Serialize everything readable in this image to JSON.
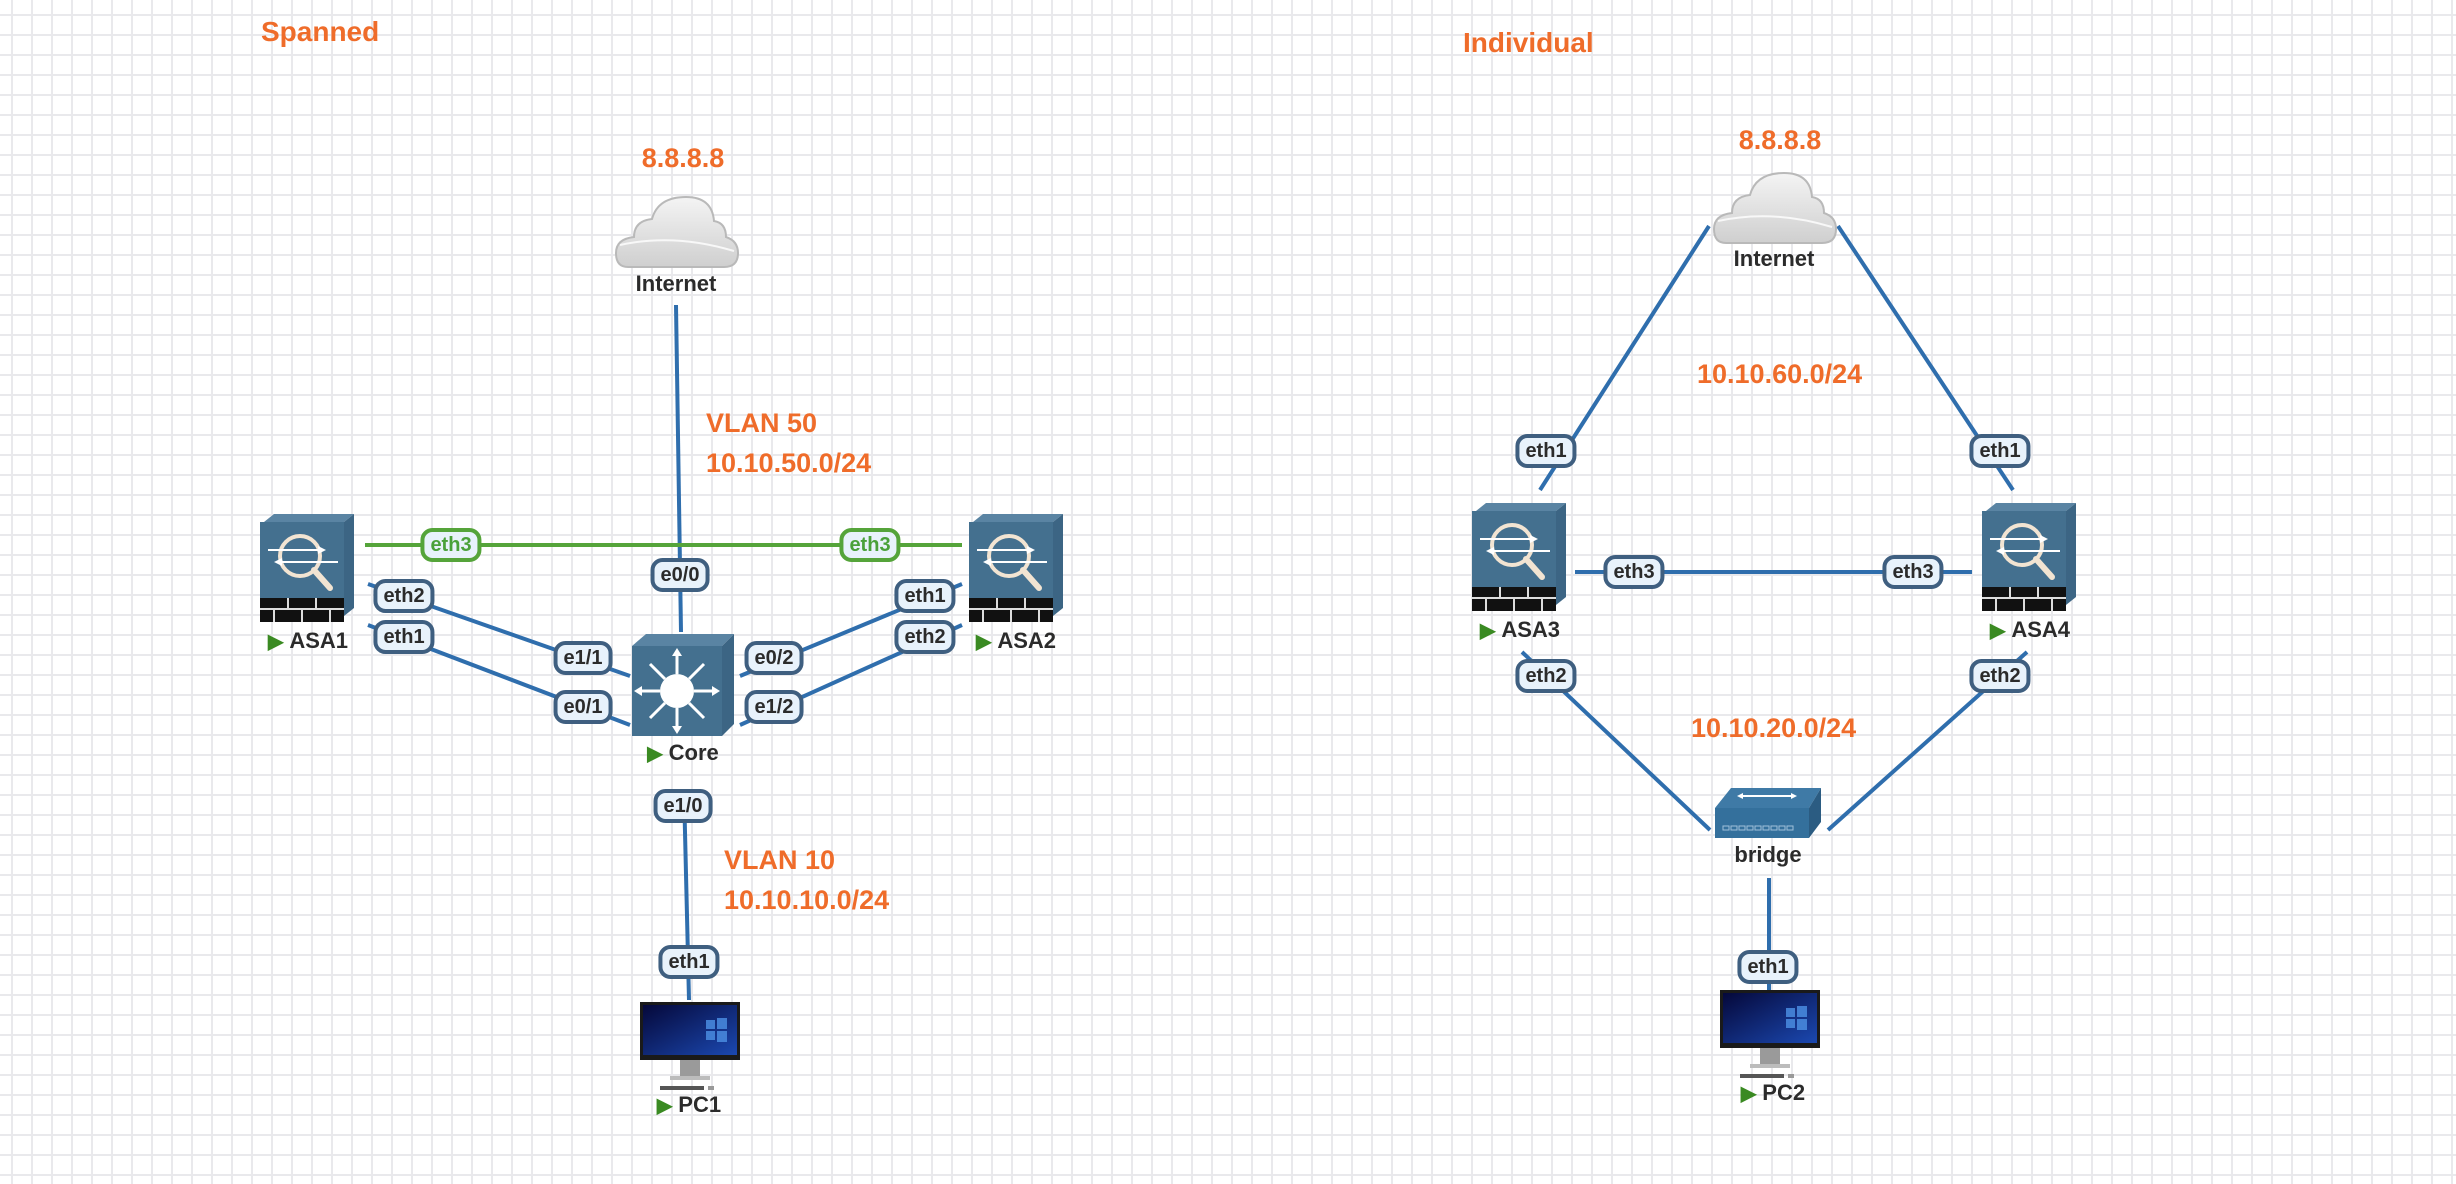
{
  "colors": {
    "accent_text": "#ef6c2a",
    "link": "#2f6ead",
    "link_cluster": "#55a43a",
    "device_body": "#44708f",
    "running_indicator": "#3a8a22"
  },
  "sections": {
    "spanned": {
      "title": "Spanned",
      "internet_ip": "8.8.8.8",
      "vlan50": {
        "name": "VLAN 50",
        "subnet": "10.10.50.0/24"
      },
      "vlan10": {
        "name": "VLAN 10",
        "subnet": "10.10.10.0/24"
      },
      "nodes": {
        "internet": {
          "label": "Internet",
          "icon": "cloud-icon"
        },
        "asa1": {
          "label": "ASA1",
          "icon": "firewall-icon",
          "running": true
        },
        "asa2": {
          "label": "ASA2",
          "icon": "firewall-icon",
          "running": true
        },
        "core": {
          "label": "Core",
          "icon": "layer3-switch-icon",
          "running": true
        },
        "pc1": {
          "label": "PC1",
          "icon": "desktop-icon",
          "running": true
        }
      },
      "ports": {
        "core_e0_0": "e0/0",
        "core_e1_1": "e1/1",
        "core_e0_1": "e0/1",
        "core_e0_2": "e0/2",
        "core_e1_2": "e1/2",
        "core_e1_0": "e1/0",
        "asa1_eth1": "eth1",
        "asa1_eth2": "eth2",
        "asa1_eth3": "eth3",
        "asa2_eth1": "eth1",
        "asa2_eth2": "eth2",
        "asa2_eth3": "eth3",
        "pc1_eth1": "eth1"
      },
      "links": [
        {
          "from": "Internet",
          "to": "Core e0/0"
        },
        {
          "from": "ASA1 eth3",
          "to": "ASA2 eth3",
          "type": "cluster"
        },
        {
          "from": "ASA1 eth2",
          "to": "Core e1/1"
        },
        {
          "from": "ASA1 eth1",
          "to": "Core e0/1"
        },
        {
          "from": "ASA2 eth1",
          "to": "Core e0/2"
        },
        {
          "from": "ASA2 eth2",
          "to": "Core e1/2"
        },
        {
          "from": "Core e1/0",
          "to": "PC1 eth1"
        }
      ]
    },
    "individual": {
      "title": "Individual",
      "internet_ip": "8.8.8.8",
      "outside_subnet": "10.10.60.0/24",
      "inside_subnet": "10.10.20.0/24",
      "nodes": {
        "internet": {
          "label": "Internet",
          "icon": "cloud-icon"
        },
        "asa3": {
          "label": "ASA3",
          "icon": "firewall-icon",
          "running": true
        },
        "asa4": {
          "label": "ASA4",
          "icon": "firewall-icon",
          "running": true
        },
        "bridge": {
          "label": "bridge",
          "icon": "bridge-icon"
        },
        "pc2": {
          "label": "PC2",
          "icon": "desktop-icon",
          "running": true
        }
      },
      "ports": {
        "asa3_eth1": "eth1",
        "asa3_eth2": "eth2",
        "asa3_eth3": "eth3",
        "asa4_eth1": "eth1",
        "asa4_eth2": "eth2",
        "asa4_eth3": "eth3",
        "pc2_eth1": "eth1"
      },
      "links": [
        {
          "from": "Internet",
          "to": "ASA3 eth1"
        },
        {
          "from": "Internet",
          "to": "ASA4 eth1"
        },
        {
          "from": "ASA3 eth3",
          "to": "ASA4 eth3"
        },
        {
          "from": "ASA3 eth2",
          "to": "bridge"
        },
        {
          "from": "ASA4 eth2",
          "to": "bridge"
        },
        {
          "from": "bridge",
          "to": "PC2 eth1"
        }
      ]
    }
  }
}
